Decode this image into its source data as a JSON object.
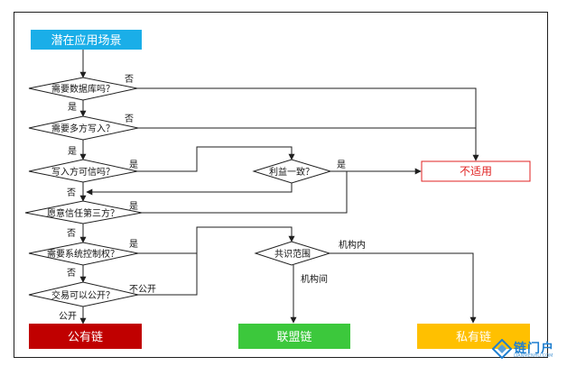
{
  "nodes": {
    "start": "潜在应用场景",
    "q1": "需要数据库吗？",
    "q2": "需要多方写入？",
    "q3": "写入方可信吗？",
    "q4": "愿意信任第三方？",
    "q5": "需要系统控制权？",
    "q6": "交易可以公开？",
    "q7": "利益一致？",
    "q8": "共识范围",
    "not_applicable": "不适用",
    "public_chain": "公有链",
    "consortium_chain": "联盟链",
    "private_chain": "私有链"
  },
  "edge_labels": {
    "q1_no": "否",
    "q1_yes": "是",
    "q2_no": "否",
    "q2_yes": "是",
    "q3_yes": "是",
    "q3_no": "否",
    "q7_yes": "是",
    "q4_yes": "是",
    "q4_no": "否",
    "q5_yes": "是",
    "q5_no": "否",
    "q6_no": "不公开",
    "q6_yes": "公开",
    "q8_inside": "机构内",
    "q8_between": "机构间"
  },
  "colors": {
    "start": "#1aaee8",
    "not_applicable_border": "#e02020",
    "not_applicable_text": "#e02020",
    "public_chain": "#c00000",
    "consortium_chain": "#3cc83c",
    "private_chain": "#ffc000"
  },
  "watermark": {
    "icon": "diamond-logo-icon",
    "main": "链门户",
    "sub": "LIANMENHU.COM"
  }
}
